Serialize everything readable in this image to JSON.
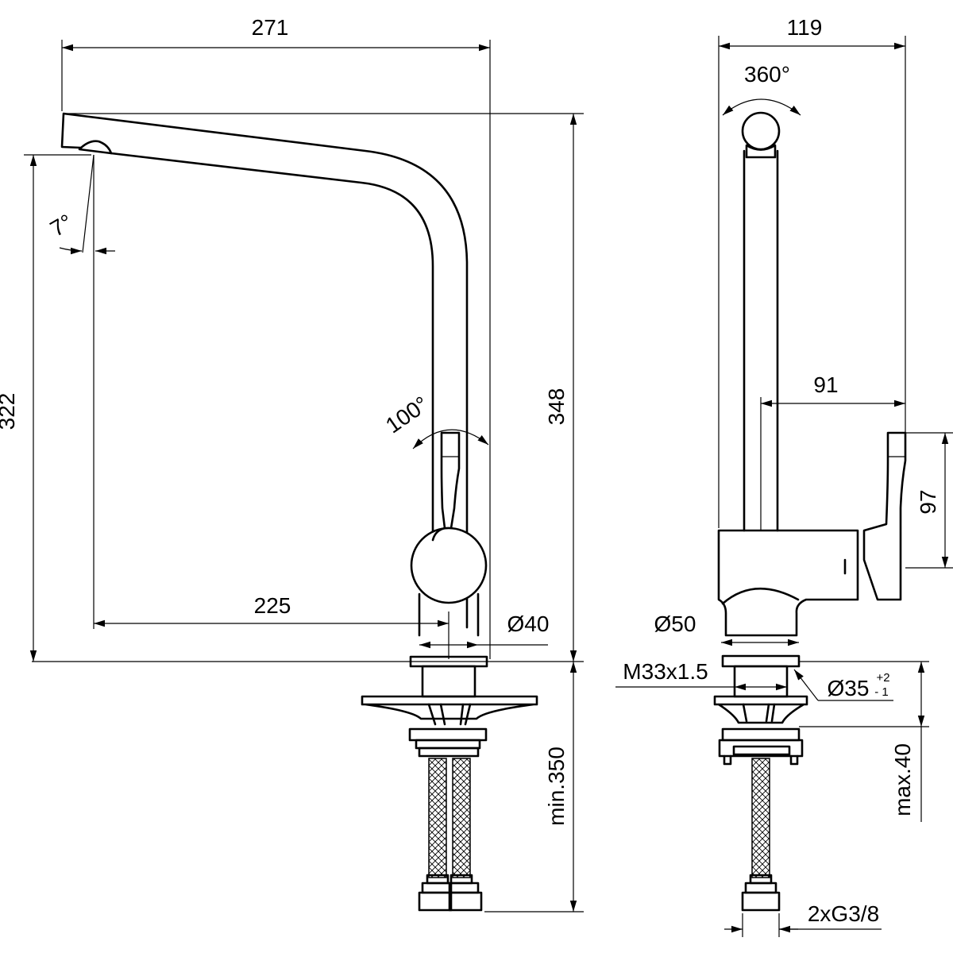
{
  "front_view": {
    "width_271": "271",
    "height_322": "322",
    "height_348": "348",
    "reach_225": "225",
    "dia_40": "Ø40",
    "angle_7": "7°",
    "angle_100": "100°",
    "min_350": "min.350"
  },
  "side_view": {
    "width_119": "119",
    "rotation_360": "360°",
    "offset_91": "91",
    "handle_97": "97",
    "dia_50": "Ø50",
    "thread_m33": "M33x1.5",
    "dia_35": "Ø35",
    "tol_plus": "+2",
    "tol_minus": "- 1",
    "max_40": "max.40",
    "connector_g38": "2xG3/8"
  }
}
